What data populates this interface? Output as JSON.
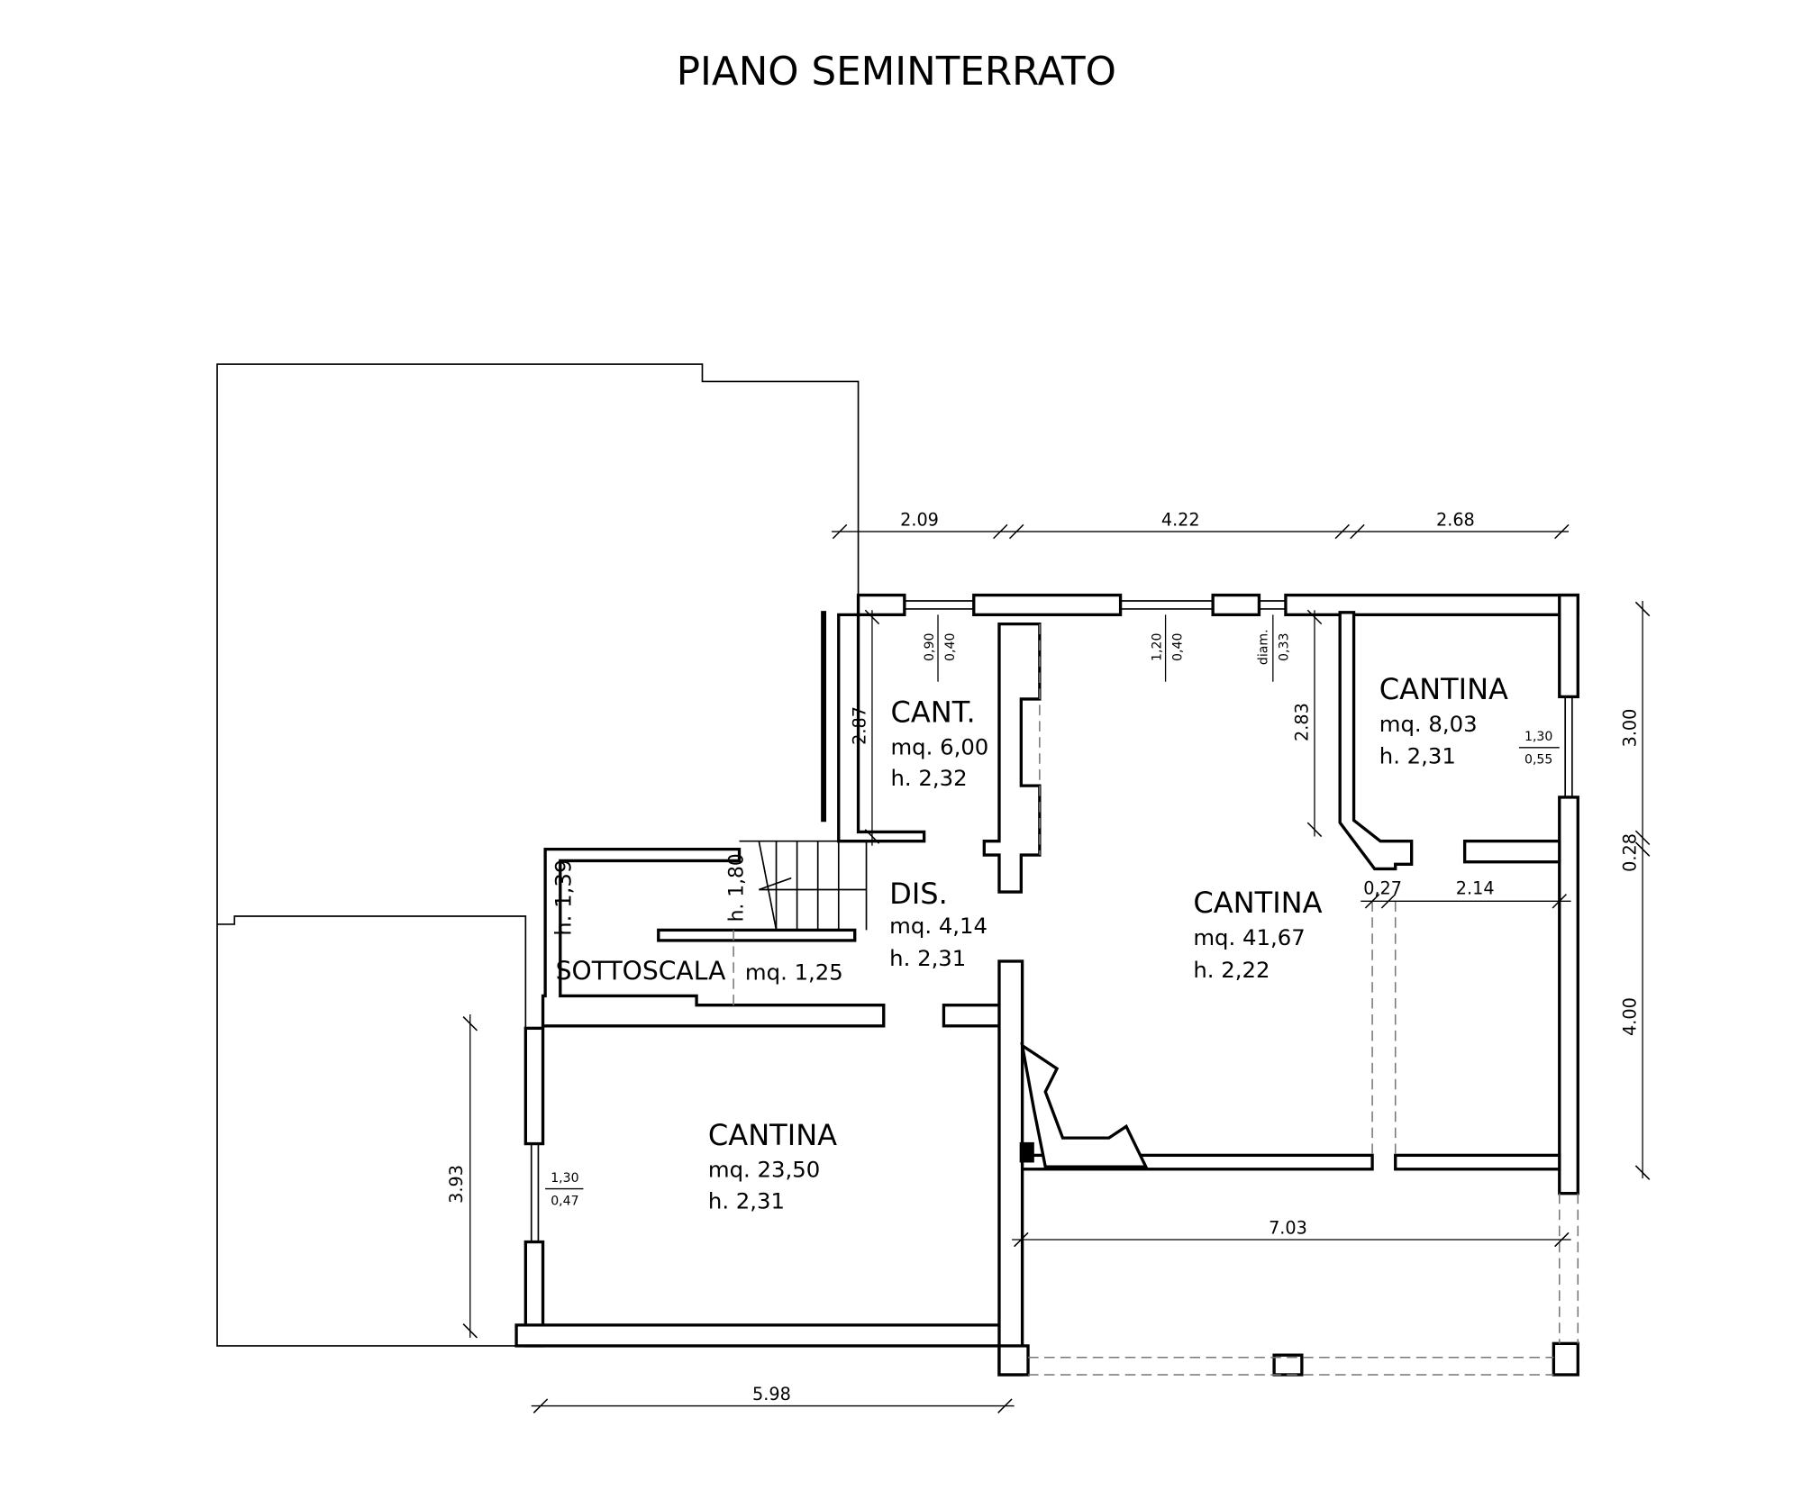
{
  "title": "PIANO  SEMINTERRATO",
  "rooms": [
    {
      "name": "CANT.",
      "area": "mq. 6,00",
      "height": "h. 2,32"
    },
    {
      "name": "DIS.",
      "area": "mq. 4,14",
      "height": "h. 2,31"
    },
    {
      "name": "CANTINA",
      "area": "mq. 41,67",
      "height": "h. 2,22"
    },
    {
      "name": "CANTINA",
      "area": "mq. 8,03",
      "height": "h. 2,31"
    },
    {
      "name": "CANTINA",
      "area": "mq. 23,50",
      "height": "h. 2,31"
    },
    {
      "name": "SOTTOSCALA",
      "area": "mq. 1,25",
      "height": "h. 1,39"
    }
  ],
  "stair_height": "h. 1,80",
  "dimensions": {
    "top": [
      "2.09",
      "4.22",
      "2.68"
    ],
    "right": [
      "3.00",
      "0.28",
      "4.00"
    ],
    "left": "3.93",
    "bottom": "5.98",
    "portico": "7.03",
    "cant_depth": "2.87",
    "cantina_depth": "2.83",
    "wall": "0,27",
    "cantina_small_width": "2.14"
  },
  "windows": [
    {
      "w": "0,90",
      "h": "0,40"
    },
    {
      "w": "1,20",
      "h": "0,40"
    },
    {
      "w": "diam.",
      "h": "0,33"
    },
    {
      "w": "1,30",
      "h": "0,55"
    },
    {
      "w": "1,30",
      "h": "0,47"
    }
  ]
}
